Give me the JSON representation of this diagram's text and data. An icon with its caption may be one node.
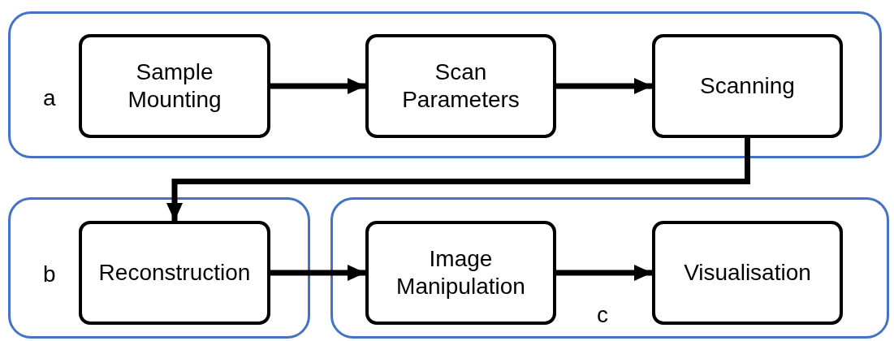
{
  "diagram": {
    "nodes": [
      {
        "text": [
          "a"
        ]
      },
      {
        "text": [
          "Sample Mounting"
        ],
        "in": 0
      },
      {
        "text": [
          "Scan Parameters"
        ],
        "in": 0
      },
      {
        "text": [
          "Scanning"
        ],
        "in": 0
      },
      {
        "text": [
          "b"
        ]
      },
      {
        "text": [
          "Reconstruction"
        ],
        "in": 4
      },
      {
        "text": [
          "c"
        ]
      },
      {
        "text": [
          "Image Manipulation"
        ],
        "in": 6
      },
      {
        "text": [
          "Visualisation"
        ],
        "in": 6
      }
    ],
    "edges": [
      {
        "from": 1,
        "to": 2,
        "arrow": "to"
      },
      {
        "from": 2,
        "to": 3,
        "arrow": "to"
      },
      {
        "from": 3,
        "to": 5,
        "arrow": "to"
      },
      {
        "from": 5,
        "to": 7,
        "arrow": "to"
      },
      {
        "from": 7,
        "to": 8,
        "arrow": "to"
      }
    ]
  }
}
